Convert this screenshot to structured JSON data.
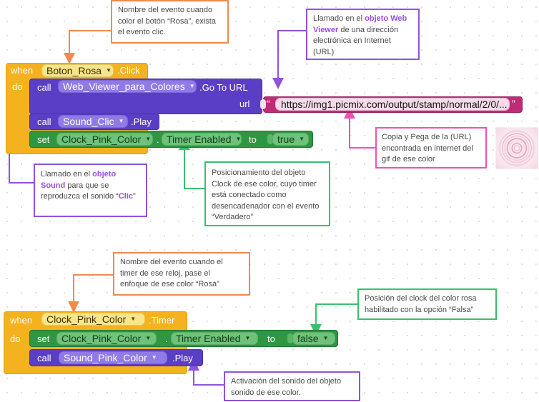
{
  "blocks": {
    "event1": {
      "when": "when",
      "component": "Boton_Rosa",
      "event": ".Click",
      "do": "do",
      "call_web": {
        "call": "call",
        "component": "Web_Viewer_para_Colores",
        "method": ".Go To URL",
        "param": "url",
        "url_value": "https://img1.picmix.com/output/stamp/normal/2/0/..."
      },
      "call_sound": {
        "call": "call",
        "component": "Sound_Clic",
        "method": ".Play"
      },
      "set_timer": {
        "set": "set",
        "component": "Clock_Pink_Color",
        "dot": ".",
        "property": "Timer Enabled",
        "to": "to",
        "value": "true"
      }
    },
    "event2": {
      "when": "when",
      "component": "Clock_Pink_Color",
      "event": ".Timer",
      "do": "do",
      "set_timer": {
        "set": "set",
        "component": "Clock_Pink_Color",
        "dot": ".",
        "property": "Timer Enabled",
        "to": "to",
        "value": "false"
      },
      "call_sound": {
        "call": "call",
        "component": "Sound_Pink_Color",
        "method": ".Play"
      }
    }
  },
  "annotations": {
    "boton_rosa_event": [
      "Nombre del evento cuando",
      "color el botón “Rosa”, exista",
      "el evento clic."
    ],
    "web_viewer": [
      {
        "text": "Llamado en el "
      },
      {
        "text": "objeto Web",
        "accent": true
      },
      {
        "text": "Viewer",
        "accent": true,
        "break_before": true
      },
      {
        "text": " de una dirección"
      },
      {
        "text": "electrónica en Internet",
        "break_before": true
      },
      {
        "text": "(URL)",
        "break_before": true
      }
    ],
    "sound_object": [
      {
        "text": "Llamado en el "
      },
      {
        "text": "objeto",
        "accent": true
      },
      {
        "text": "Sound",
        "accent": true,
        "break_before": true
      },
      {
        "text": " para que se"
      },
      {
        "text": "reproduzca el sonido “",
        "break_before": true
      },
      {
        "text": "Clic",
        "accent": true
      },
      {
        "text": "”"
      }
    ],
    "clock_position": [
      "Posicionamiento del objeto",
      "Clock de ese color, cuyo timer",
      "está conectado como",
      "desencadenador con el evento",
      "“Verdadero”"
    ],
    "copy_paste_url": [
      "Copia y Pega de la (URL)",
      "encontrada en internet del",
      "gif de ese color"
    ],
    "timer_event": [
      "Nombre del evento cuando el",
      "timer de ese reloj, pase el",
      "enfoque de ese color “Rosa”"
    ],
    "clock_disabled": [
      "Posición del clock del color rosa",
      "habilitado con la opción “Falsa”"
    ],
    "sound_activation": [
      "Activación del sonido del objeto",
      "sonido de ese color."
    ]
  },
  "colors": {
    "event_block": "#f4b21f",
    "procedure_block": "#5b3ec6",
    "setter_block": "#2f9642",
    "text_block": "#c02b77",
    "note_orange": "#f28a4a",
    "note_purple": "#9153dc",
    "note_green": "#39c06e",
    "note_pink": "#ec53b3"
  },
  "images": {
    "pink_gif_thumbnail": "pink-ripple-gif"
  }
}
